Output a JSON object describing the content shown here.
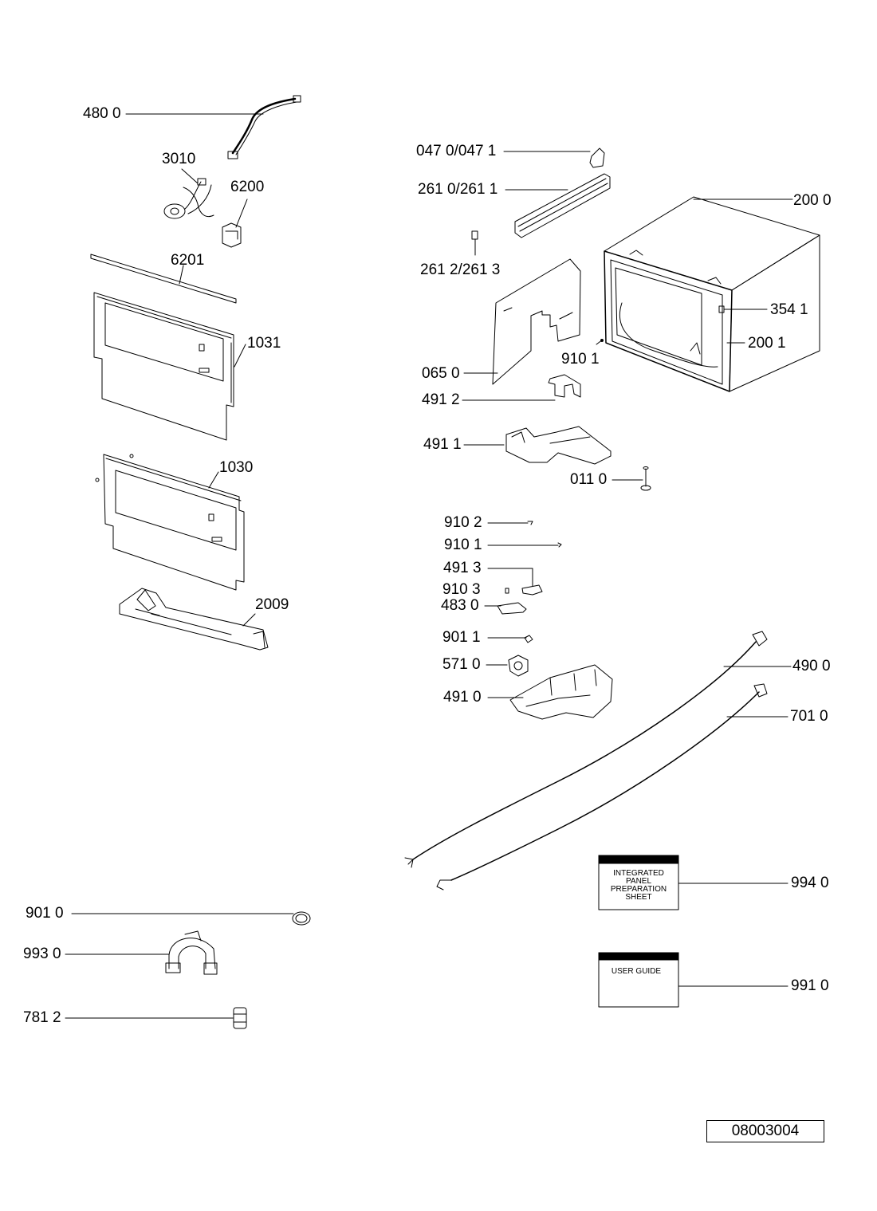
{
  "labels": {
    "l4800": "480 0",
    "l3010": "3010",
    "l6200": "6200",
    "l6201": "6201",
    "l1031": "1031",
    "l1030": "1030",
    "l2009": "2009",
    "l0470": "047 0/047 1",
    "l2610": "261 0/261 1",
    "l2612": "261 2/261 3",
    "l2000": "200 0",
    "l3541": "354 1",
    "l2001": "200 1",
    "l9101a": "910 1",
    "l0650": "065 0",
    "l4912": "491 2",
    "l4911": "491 1",
    "l0110": "011 0",
    "l9102": "910 2",
    "l9101b": "910 1",
    "l4913": "491 3",
    "l9103": "910 3",
    "l4830": "483 0",
    "l9011": "901 1",
    "l5710": "571 0",
    "l4910": "491 0",
    "l4900": "490 0",
    "l7010": "701 0",
    "l9940": "994 0",
    "l9910": "991 0",
    "l9010": "901 0",
    "l9930": "993 0",
    "l7812": "781 2"
  },
  "booklets": {
    "integrated_panel": [
      "INTEGRATED",
      "PANEL",
      "PREPARATION",
      "SHEET"
    ],
    "user_guide": "USER GUIDE"
  },
  "document_number": "08003004"
}
